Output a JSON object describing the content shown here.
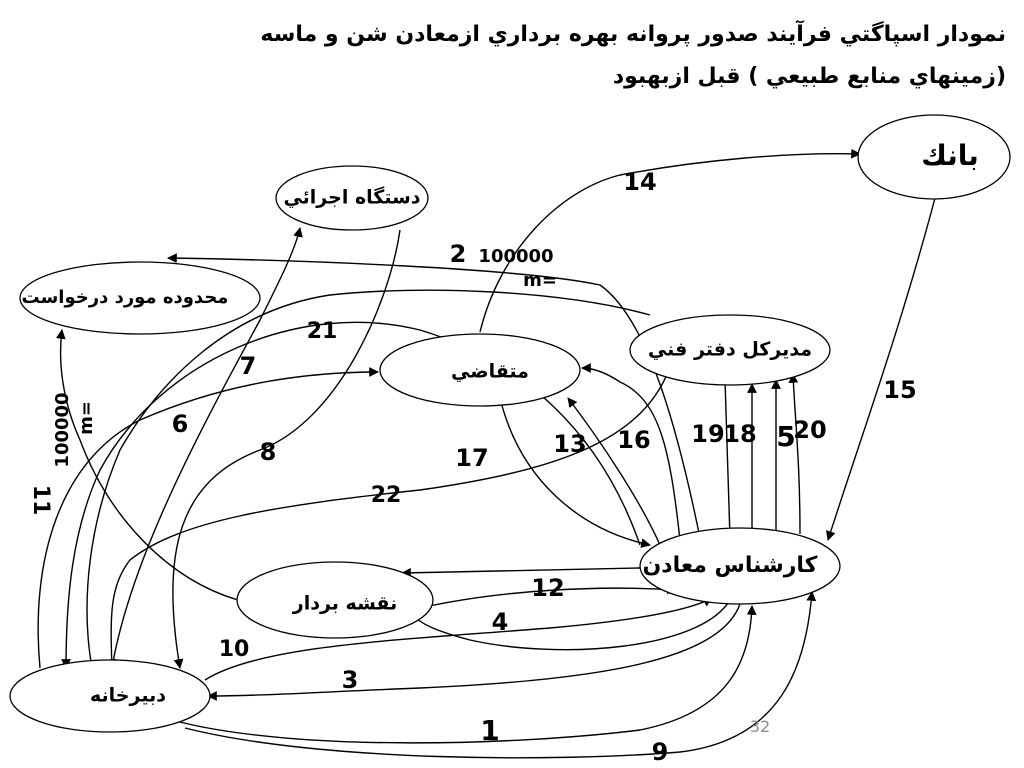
{
  "title": {
    "line1": "نمودار اسپاگتي فرآيند صدور پروانه بهره برداري ازمعادن شن و ماسه",
    "line2": "(زمينهاي منابع طبيعي ) قبل ازبهبود"
  },
  "nodes": {
    "bank": "بانك",
    "executor": "دستگاه اجرائي",
    "area": "محدوده مورد درخواست",
    "director": "مديركل دفتر فني",
    "applicant": "متقاضي",
    "surveyor": "نقشه بردار",
    "expert": "كارشناس معادن",
    "secretariat": "دبيرخانه"
  },
  "edge_labels": {
    "e1": "1",
    "e2": "2",
    "e3": "3",
    "e4": "4",
    "e5": "5",
    "e6": "6",
    "e7": "7",
    "e8": "8",
    "e9": "9",
    "e10": "10",
    "e11": "11",
    "e12": "12",
    "e13": "13",
    "e14": "14",
    "e15": "15",
    "e16": "16",
    "e17": "17",
    "e18": "18",
    "e19": "19",
    "e20": "20",
    "e21": "21",
    "e22": "22"
  },
  "annotations": {
    "area_top_num": "100000",
    "area_top_unit": "m=",
    "area_side_num": "100000",
    "area_side_unit": "m="
  },
  "slide_number": "32"
}
